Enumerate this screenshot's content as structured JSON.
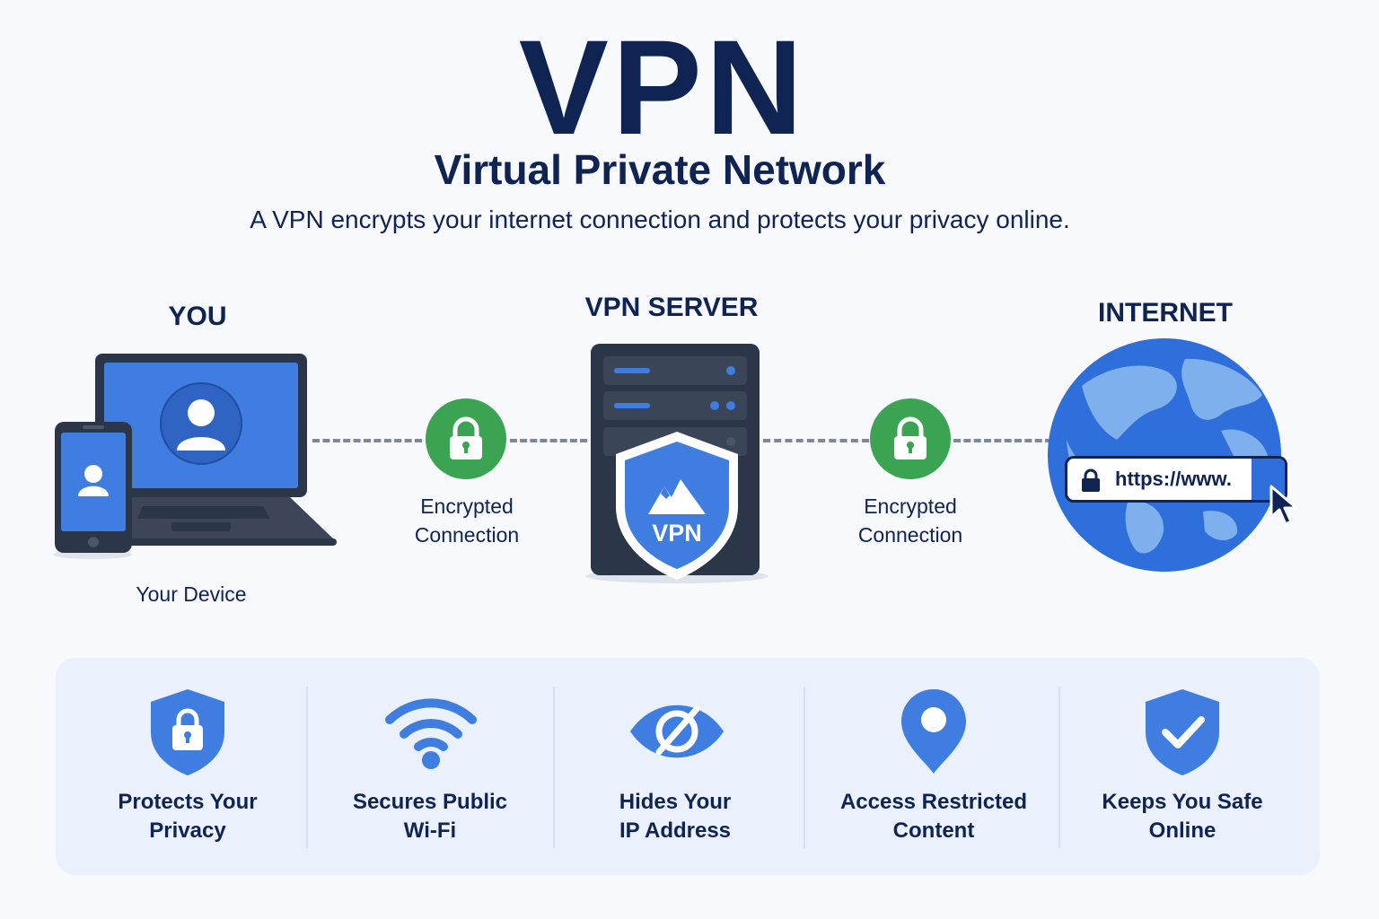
{
  "header": {
    "title": "VPN",
    "subtitle": "Virtual Private Network",
    "description": "A VPN encrypts your internet connection and protects your privacy online."
  },
  "diagram": {
    "you": {
      "label": "YOU",
      "caption": "Your Device"
    },
    "left_link": {
      "line1": "Encrypted",
      "line2": "Connection"
    },
    "server": {
      "label": "VPN SERVER",
      "shield_text": "VPN"
    },
    "right_link": {
      "line1": "Encrypted",
      "line2": "Connection"
    },
    "internet": {
      "label": "INTERNET",
      "url": "https://www."
    }
  },
  "benefits": [
    {
      "icon": "shield-lock-icon",
      "line1": "Protects Your",
      "line2": "Privacy"
    },
    {
      "icon": "wifi-icon",
      "line1": "Secures Public",
      "line2": "Wi-Fi"
    },
    {
      "icon": "eye-slash-icon",
      "line1": "Hides Your",
      "line2": "IP Address"
    },
    {
      "icon": "location-pin-icon",
      "line1": "Access Restricted",
      "line2": "Content"
    },
    {
      "icon": "shield-check-icon",
      "line1": "Keeps You Safe",
      "line2": "Online"
    }
  ],
  "colors": {
    "navy": "#0f2452",
    "accent_blue": "#3f7ee0",
    "secure_green": "#3aa452",
    "server_dark": "#2b3648",
    "panel_bg": "#eaf1fc"
  }
}
